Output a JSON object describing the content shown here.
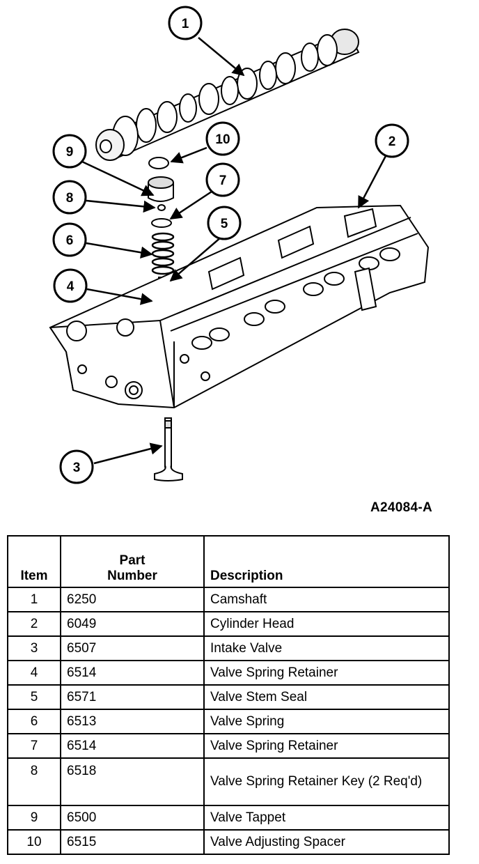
{
  "figure": {
    "id_label": "A24084-A",
    "callouts": [
      "1",
      "2",
      "3",
      "4",
      "5",
      "6",
      "7",
      "8",
      "9",
      "10"
    ]
  },
  "table": {
    "headers": {
      "item": "Item",
      "part_line1": "Part",
      "part_line2": "Number",
      "description": "Description"
    },
    "rows": [
      {
        "item": "1",
        "part": "6250",
        "description": "Camshaft"
      },
      {
        "item": "2",
        "part": "6049",
        "description": "Cylinder Head"
      },
      {
        "item": "3",
        "part": "6507",
        "description": "Intake Valve"
      },
      {
        "item": "4",
        "part": "6514",
        "description": "Valve Spring Retainer"
      },
      {
        "item": "5",
        "part": "6571",
        "description": "Valve Stem Seal"
      },
      {
        "item": "6",
        "part": "6513",
        "description": "Valve Spring"
      },
      {
        "item": "7",
        "part": "6514",
        "description": "Valve Spring Retainer"
      },
      {
        "item": "8",
        "part": "6518",
        "description": "Valve Spring Retainer Key (2 Req'd)"
      },
      {
        "item": "9",
        "part": "6500",
        "description": "Valve Tappet"
      },
      {
        "item": "10",
        "part": "6515",
        "description": "Valve Adjusting Spacer"
      }
    ]
  }
}
